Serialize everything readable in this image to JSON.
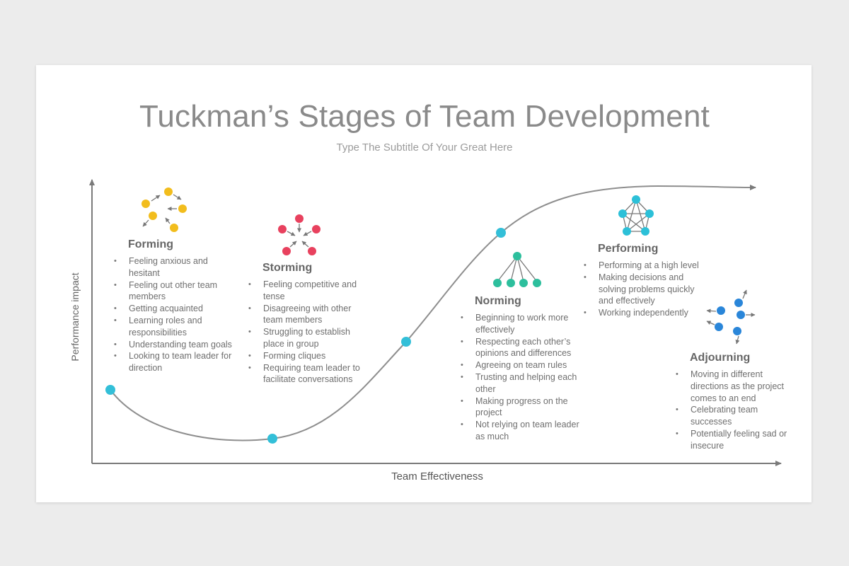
{
  "title": "Tuckman’s Stages of Team Development",
  "subtitle": "Type The Subtitle Of Your Great Here",
  "axes": {
    "y_label": "Performance impact",
    "x_label": "Team Effectiveness"
  },
  "colors": {
    "forming": "#f2bd1d",
    "storming": "#e8415e",
    "norming": "#2dbf9d",
    "performing": "#2cc0d8",
    "adjourning": "#2a86d9",
    "curve_point": "#33bfd8"
  },
  "stages": [
    {
      "name": "Forming",
      "icon": "scatter-arrows-icon",
      "bullets": [
        "Feeling anxious and hesitant",
        "Feeling out other team members",
        "Getting acquainted",
        "Learning roles and responsibilities",
        "Understanding team goals",
        "Looking to team leader for direction"
      ]
    },
    {
      "name": "Storming",
      "icon": "converging-arrows-icon",
      "bullets": [
        "Feeling competitive and tense",
        "Disagreeing with other team members",
        "Struggling to establish place in group",
        "Forming cliques",
        "Requiring team leader to facilitate conversations"
      ]
    },
    {
      "name": "Norming",
      "icon": "hierarchy-icon",
      "bullets": [
        "Beginning to work more effectively",
        "Respecting each other’s opinions and differences",
        "Agreeing on team rules",
        "Trusting and helping each other",
        "Making progress on the project",
        "Not relying on team leader as much"
      ]
    },
    {
      "name": "Performing",
      "icon": "network-pentagon-icon",
      "bullets": [
        "Performing at a high level",
        "Making decisions and solving problems quickly and effectively",
        "Working independently"
      ]
    },
    {
      "name": "Adjourning",
      "icon": "dispersing-arrows-icon",
      "bullets": [
        "Moving in different directions as the project comes to an end",
        "Celebrating team successes",
        "Potentially feeling sad or insecure"
      ]
    }
  ]
}
